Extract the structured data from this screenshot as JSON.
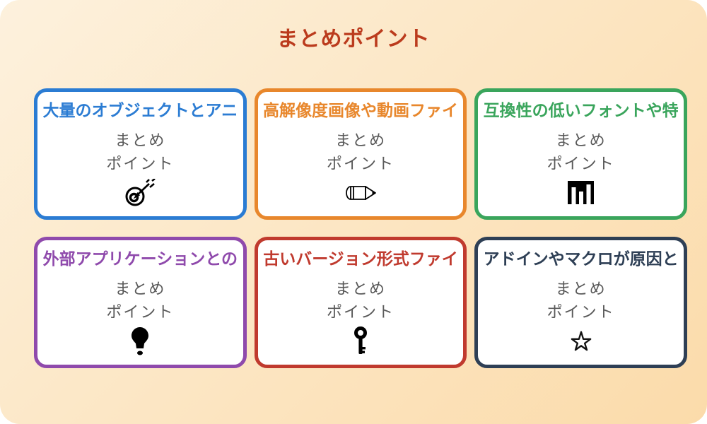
{
  "page": {
    "title": "まとめポイント",
    "title_color": "#bb3b1d",
    "bg_start": "#fdf1dd",
    "bg_end": "#fbdbaa"
  },
  "cards": [
    {
      "title": "大量のオブジェクトとアニ",
      "color": "#2b7cd3",
      "line1": "まとめ",
      "line2": "ポイント",
      "icon": "dart-icon"
    },
    {
      "title": "高解像度画像や動画ファイ",
      "color": "#e8872c",
      "line1": "まとめ",
      "line2": "ポイント",
      "icon": "pencil-icon"
    },
    {
      "title": "互換性の低いフォントや特",
      "color": "#3aa55c",
      "line1": "まとめ",
      "line2": "ポイント",
      "icon": "bar-chart-icon"
    },
    {
      "title": "外部アプリケーションとの",
      "color": "#8f4aac",
      "line1": "まとめ",
      "line2": "ポイント",
      "icon": "light-bulb-icon"
    },
    {
      "title": "古いバージョン形式ファイ",
      "color": "#c03a2e",
      "line1": "まとめ",
      "line2": "ポイント",
      "icon": "key-icon"
    },
    {
      "title": "アドインやマクロが原因と",
      "color": "#2e3f55",
      "line1": "まとめ",
      "line2": "ポイント",
      "icon": "star-icon"
    }
  ]
}
